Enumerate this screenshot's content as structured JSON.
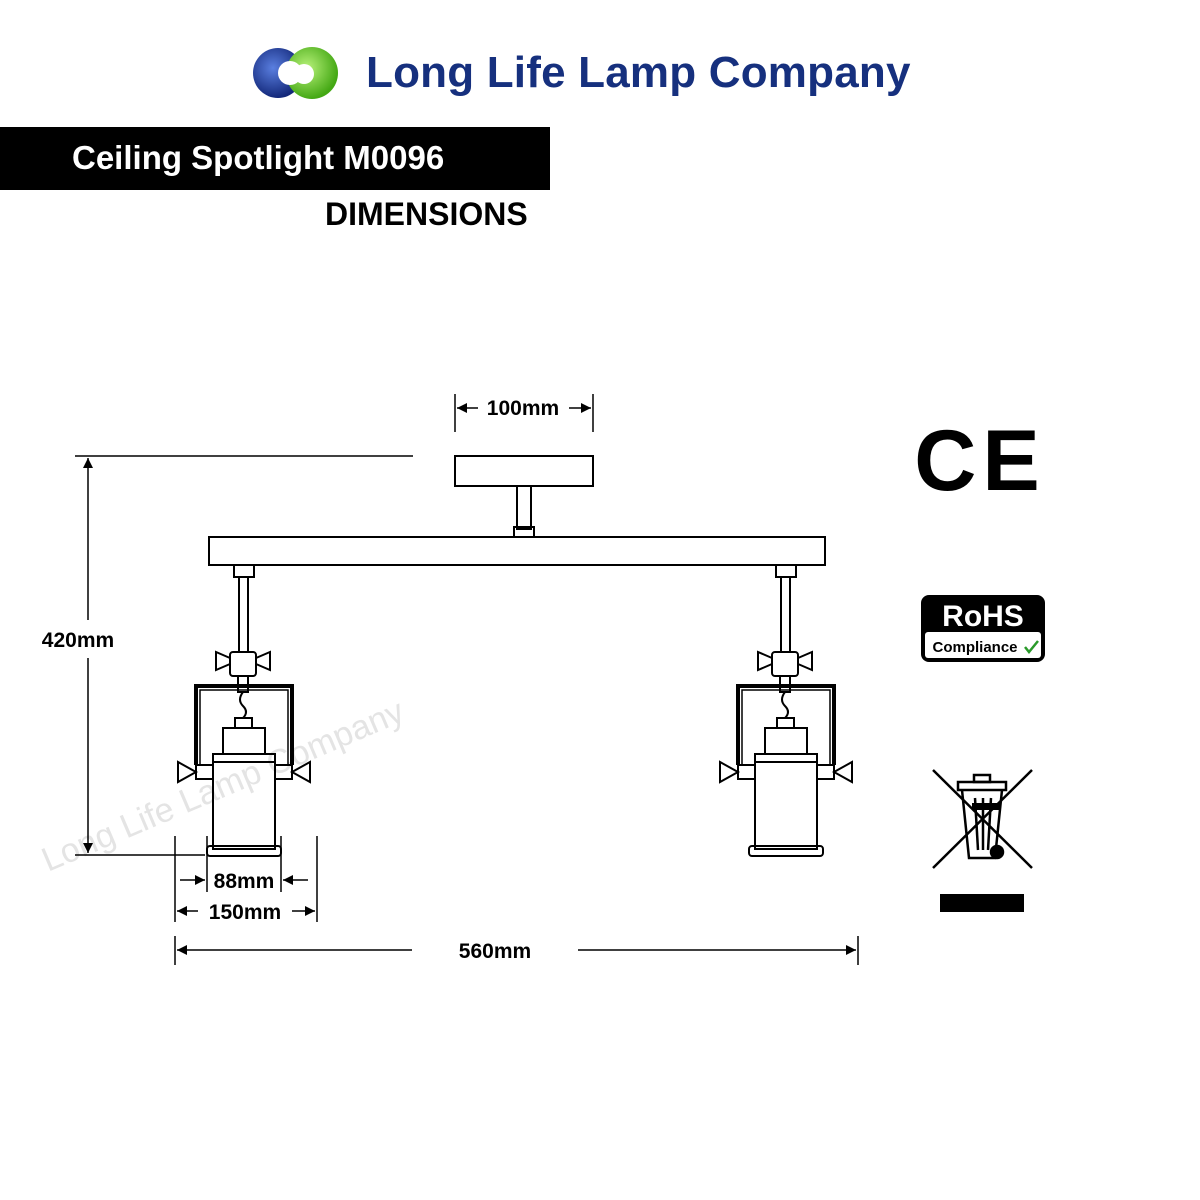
{
  "brand": {
    "name": "Long Life Lamp Company",
    "logo_colors": {
      "blue": "#1d3a9a",
      "green": "#6fce2c"
    }
  },
  "header": {
    "product_title": "Ceiling Spotlight M0096",
    "subtitle": "DIMENSIONS"
  },
  "dimensions": {
    "canopy_width": "100mm",
    "height": "420mm",
    "shade_diameter": "88mm",
    "bracket_width": "150mm",
    "total_width": "560mm"
  },
  "watermark": "Long Life Lamp Company",
  "certifications": {
    "ce": "CE",
    "rohs_title": "RoHS",
    "rohs_subtitle": "Compliance"
  }
}
